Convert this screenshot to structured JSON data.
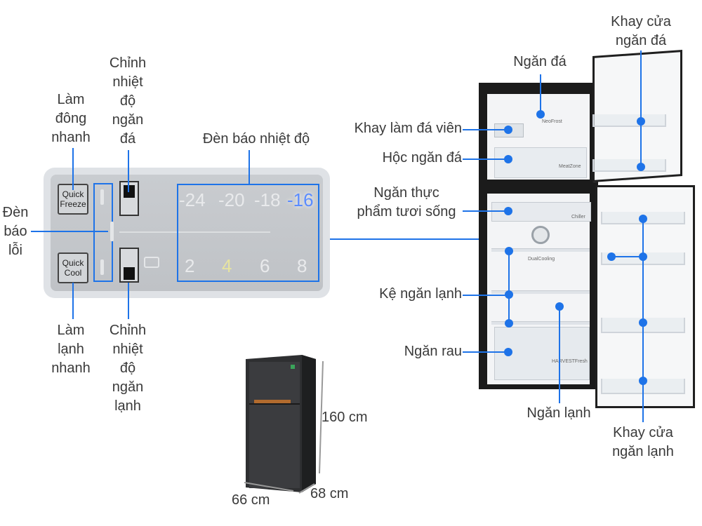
{
  "panel": {
    "quick_freeze": "Quick Freeze",
    "quick_cool": "Quick Cool",
    "freezer_temps": [
      "-24",
      "-20",
      "-18",
      "-16"
    ],
    "fridge_temps": [
      "2",
      "4",
      "6",
      "8"
    ]
  },
  "labels": {
    "lam_dong_nhanh": "Làm\nđông\nnhanh",
    "chinh_nhiet_do_ngan_da": "Chỉnh\nnhiệt\nđộ\nngăn\nđá",
    "den_bao_nhiet_do": "Đèn báo nhiệt độ",
    "den_bao_loi": "Đèn\nbáo\nlỗi",
    "lam_lanh_nhanh": "Làm\nlạnh\nnhanh",
    "chinh_nhiet_do_ngan_lanh": "Chỉnh\nnhiệt\nđộ\nngăn\nlạnh",
    "ngan_da": "Ngăn đá",
    "khay_cua_ngan_da": "Khay cửa\nngăn đá",
    "khay_lam_da_vien": "Khay làm đá viên",
    "hoc_ngan_da": "Hộc ngăn đá",
    "ngan_thuc_pham": "Ngăn thực\nphẩm tươi sống",
    "ke_ngan_lanh": "Kệ ngăn lạnh",
    "ngan_rau": "Ngăn rau",
    "ngan_lanh": "Ngăn lạnh",
    "khay_cua_ngan_lanh": "Khay cửa\nngăn lạnh"
  },
  "fridge_marks": {
    "neofrost": "NeoFrost",
    "heatzone": "MeatZone",
    "chiller": "Chiller",
    "dualcooling": "DualCooling",
    "harvest": "HARVESTFresh"
  },
  "dimensions": {
    "height": "160 cm",
    "width": "66 cm",
    "depth": "68 cm"
  },
  "colors": {
    "accent": "#1e73e8",
    "active_temp": "#5b8cff"
  }
}
